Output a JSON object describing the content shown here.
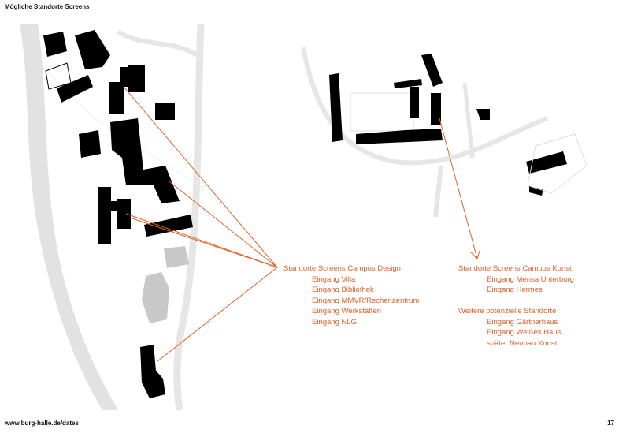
{
  "header": {
    "title": "Mögliche Standorte Screens"
  },
  "footer": {
    "url": "www.burg-halle.de/dates",
    "page_number": "17"
  },
  "colors": {
    "accent": "#e0622a",
    "building": "#000000",
    "road": "#e6e6e6"
  },
  "legend_design": {
    "heading": "Standorte Screens Campus Design",
    "items": [
      "Eingang Villa",
      "Eingang Bibliothek",
      "Eingang MMVR/Rechenzentrum",
      "Eingang Werkstätten",
      "Eingang NLG"
    ]
  },
  "legend_kunst": {
    "heading": "Standorte Screens Campus Kunst",
    "items": [
      "Eingang Mensa Unterburg",
      "Eingang Hermes"
    ]
  },
  "legend_more": {
    "heading": "Weitere potenzielle Standorte",
    "items": [
      "Eingang Gärtnerhaus",
      "Eingang Weißes Haus",
      "später Neubau Kunst"
    ]
  }
}
